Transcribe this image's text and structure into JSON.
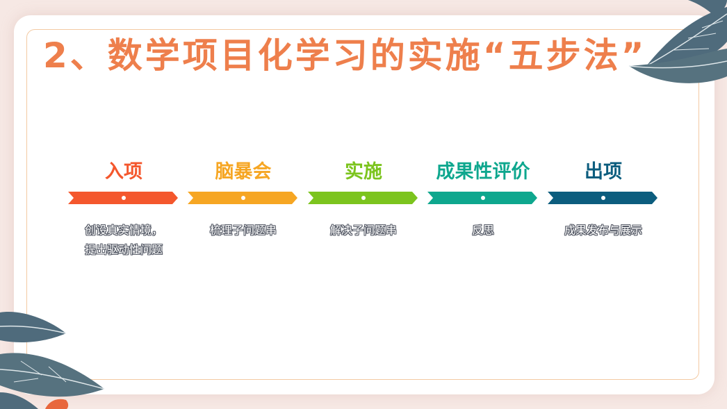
{
  "title": "2、数学项目化学习的实施“五步法”",
  "colors": {
    "title": "#ee7f4c",
    "leaf": "#4f6b7c",
    "leaf_vein": "#dfe7ea",
    "frame": "#f3c9a2",
    "background": "#f6e8e4",
    "accent_leaf": "#e8673d"
  },
  "steps": [
    {
      "title": "入项",
      "color": "#f4572d",
      "desc": [
        "创设真实情境，",
        "提出驱动性问题"
      ]
    },
    {
      "title": "脑暴会",
      "color": "#f6a623",
      "desc": [
        "梳理子问题串"
      ]
    },
    {
      "title": "实施",
      "color": "#7cc41e",
      "desc": [
        "解决子问题串"
      ]
    },
    {
      "title": "成果性评价",
      "color": "#0ea78e",
      "desc": [
        "反思"
      ]
    },
    {
      "title": "出项",
      "color": "#0c5d7e",
      "desc": [
        "成果发布与展示"
      ]
    }
  ]
}
